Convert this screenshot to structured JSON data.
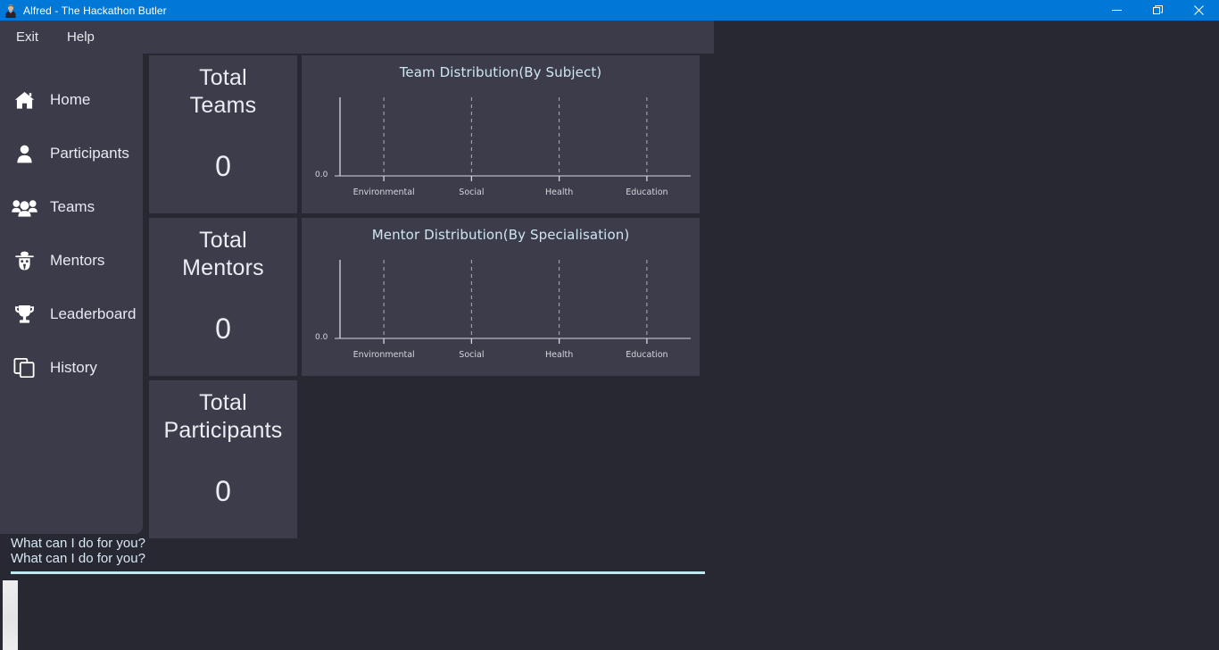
{
  "window": {
    "title": "Alfred - The Hackathon Butler",
    "icon": "butler-avatar-icon",
    "controls": {
      "minimize": "minimize-icon",
      "maximize": "restore-icon",
      "close": "close-icon"
    },
    "accent_color": "#0078d7"
  },
  "menubar": {
    "items": [
      {
        "label": "Exit"
      },
      {
        "label": "Help"
      }
    ]
  },
  "sidebar": {
    "items": [
      {
        "label": "Home",
        "icon": "home-icon"
      },
      {
        "label": "Participants",
        "icon": "user-icon"
      },
      {
        "label": "Teams",
        "icon": "users-group-icon"
      },
      {
        "label": "Mentors",
        "icon": "secret-agent-icon"
      },
      {
        "label": "Leaderboard",
        "icon": "trophy-icon"
      },
      {
        "label": "History",
        "icon": "copy-layers-icon"
      }
    ],
    "background_color": "#3b3b49"
  },
  "dashboard": {
    "stat_cards": [
      {
        "title": "Total\nTeams",
        "value": "0"
      },
      {
        "title": "Total\nMentors",
        "value": "0"
      },
      {
        "title": "Total\nParticipants",
        "value": "0"
      }
    ],
    "card_color": "#3c3c4a"
  },
  "chart_data": [
    {
      "type": "bar",
      "title": "Team Distribution(By Subject)",
      "categories": [
        "Environmental",
        "Social",
        "Health",
        "Education"
      ],
      "values": [
        0,
        0,
        0,
        0
      ],
      "xlabel": "",
      "ylabel": "",
      "ytick_labels": [
        "0.0"
      ],
      "ylim": [
        0,
        0
      ],
      "grid": true,
      "grid_style": "dashed-vertical",
      "legend": false,
      "title_color": "#cfe6f2",
      "tick_color": "#d6d6dd"
    },
    {
      "type": "bar",
      "title": "Mentor Distribution(By Specialisation)",
      "categories": [
        "Environmental",
        "Social",
        "Health",
        "Education"
      ],
      "values": [
        0,
        0,
        0,
        0
      ],
      "xlabel": "",
      "ylabel": "",
      "ytick_labels": [
        "0.0"
      ],
      "ylim": [
        0,
        0
      ],
      "grid": true,
      "grid_style": "dashed-vertical",
      "legend": false,
      "title_color": "#cfe6f2",
      "tick_color": "#d6d6dd"
    }
  ],
  "chat": {
    "messages": [
      "What can I do for you?",
      "What can I do for you?"
    ],
    "input_value": "",
    "separator_color": "#bfe9ee"
  }
}
